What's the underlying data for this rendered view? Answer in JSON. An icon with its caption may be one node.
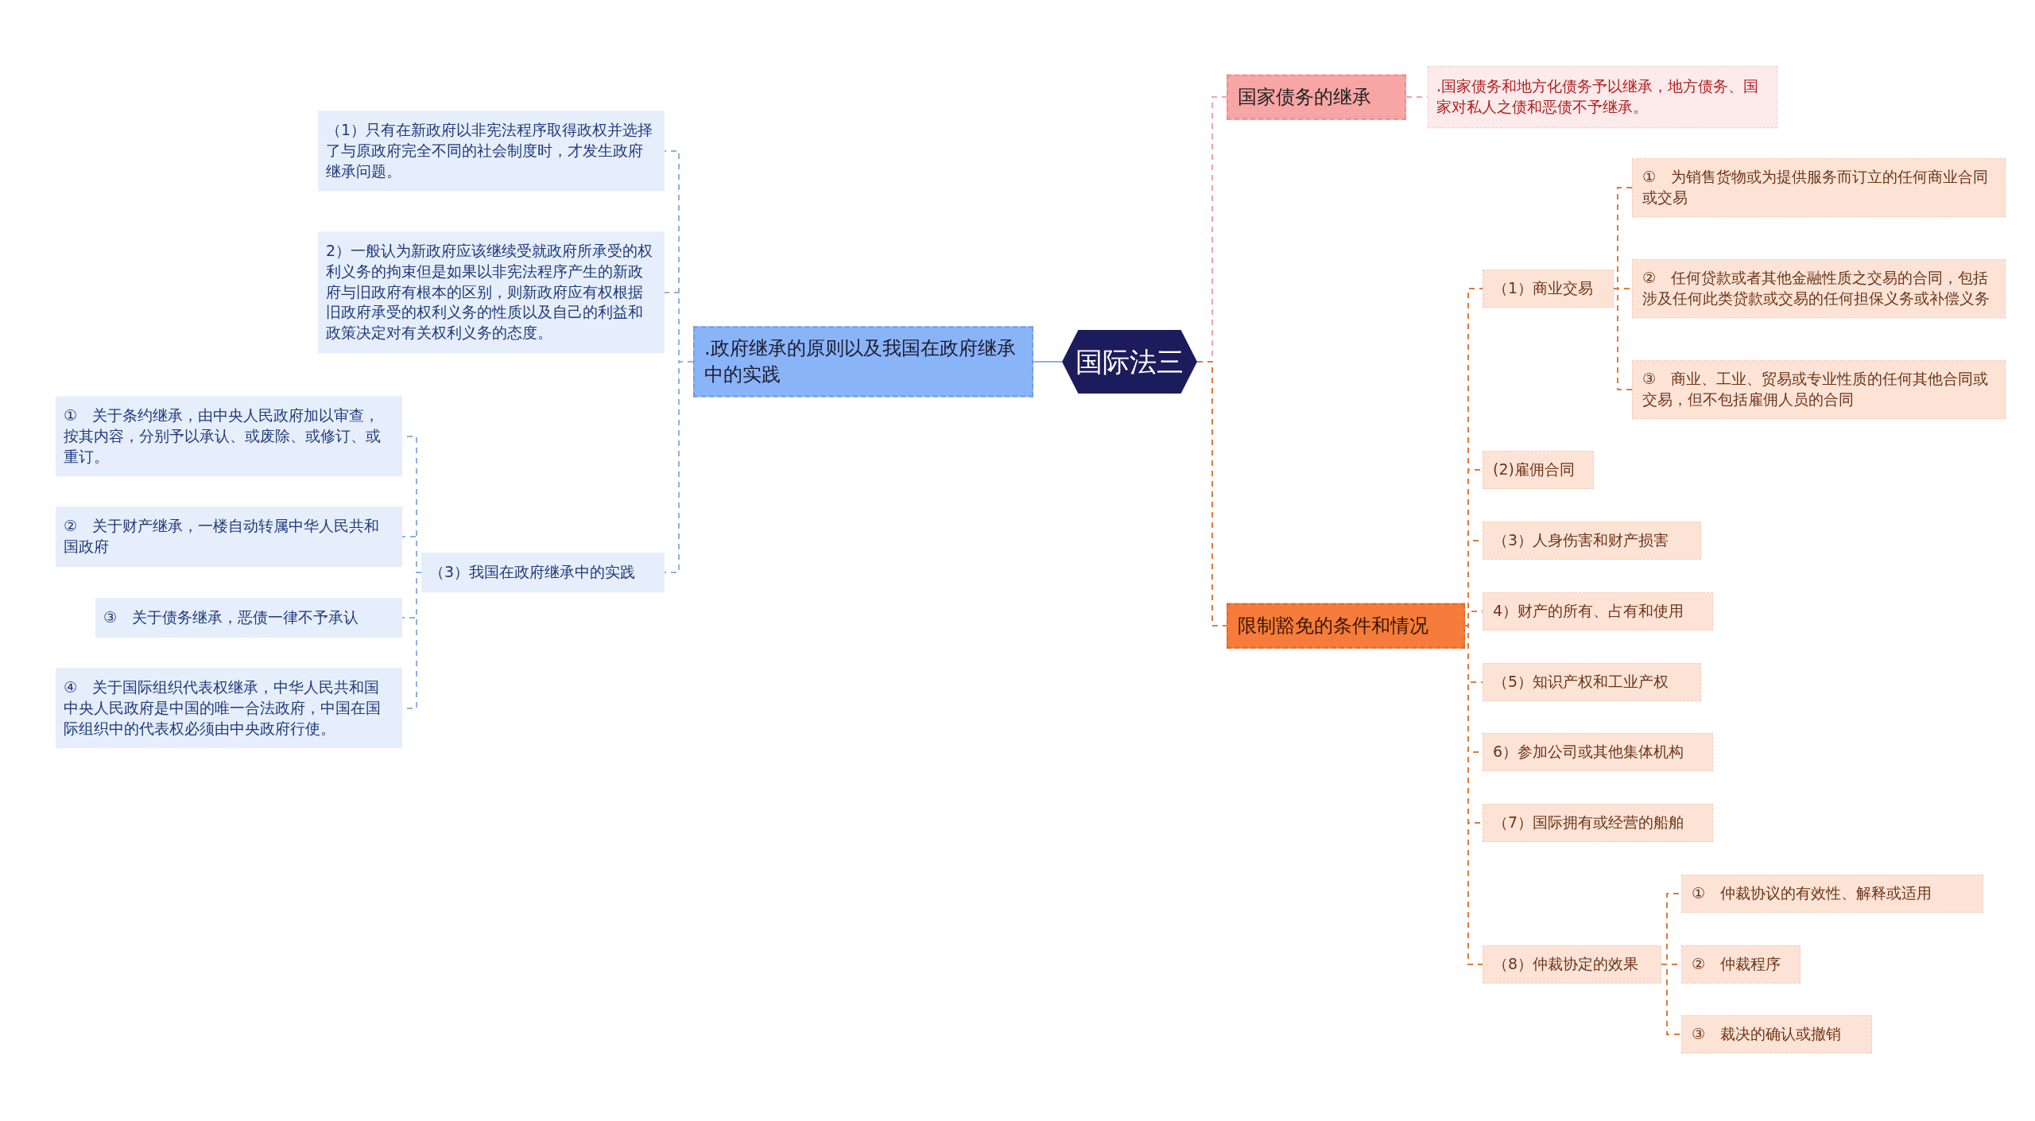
{
  "diagram": {
    "nodes": [
      {
        "text": [
          "国际法三"
        ]
      },
      {
        "text": [
          ".政府继承的原则以及我国在政府继承中的实践"
        ]
      },
      {
        "text": [
          "（1）只有在新政府以非宪法程序取得政权并选择了与原政府完全不同的社会制度时，才发生政府继承问题。"
        ]
      },
      {
        "text": [
          "2）一般认为新政府应该继续受就政府所承受的权利义务的拘束但是如果以非宪法程序产生的新政府与旧政府有根本的区别，则新政府应有权根据旧政府承受的权利义务的性质以及自己的利益和政策决定对有关权利义务的态度。"
        ]
      },
      {
        "text": [
          "（3）我国在政府继承中的实践"
        ]
      },
      {
        "text": [
          "①　关于条约继承，由中央人民政府加以审查，按其内容，分别予以承认、或废除、或修订、或重订。"
        ]
      },
      {
        "text": [
          "②　关于财产继承，一楼自动转属中华人民共和国政府"
        ]
      },
      {
        "text": [
          "③　关于债务继承，恶债一律不予承认"
        ]
      },
      {
        "text": [
          "④　关于国际组织代表权继承，中华人民共和国中央人民政府是中国的唯一合法政府，中国在国际组织中的代表权必须由中央政府行使。"
        ]
      },
      {
        "text": [
          "国家债务的继承"
        ]
      },
      {
        "text": [
          ".国家债务和地方化债务予以继承，地方债务、国家对私人之债和恶债不予继承。"
        ]
      },
      {
        "text": [
          "限制豁免的条件和情况"
        ]
      },
      {
        "text": [
          "（1）商业交易"
        ]
      },
      {
        "text": [
          "①　为销售货物或为提供服务而订立的任何商业合同或交易"
        ]
      },
      {
        "text": [
          "②　任何贷款或者其他金融性质之交易的合同，包括涉及任何此类贷款或交易的任何担保义务或补偿义务"
        ]
      },
      {
        "text": [
          "③　商业、工业、贸易或专业性质的任何其他合同或交易，但不包括雇佣人员的合同"
        ]
      },
      {
        "text": [
          "(2)雇佣合同"
        ]
      },
      {
        "text": [
          "（3）人身伤害和财产损害"
        ]
      },
      {
        "text": [
          "4）财产的所有、占有和使用"
        ]
      },
      {
        "text": [
          "（5）知识产权和工业产权"
        ]
      },
      {
        "text": [
          "6）参加公司或其他集体机构"
        ]
      },
      {
        "text": [
          "（7）国际拥有或经营的船舶"
        ]
      },
      {
        "text": [
          "（8）仲裁协定的效果"
        ]
      },
      {
        "text": [
          "①　仲裁协议的有效性、解释或适用"
        ]
      },
      {
        "text": [
          "②　仲裁程序"
        ]
      },
      {
        "text": [
          "③　裁决的确认或撤销"
        ]
      }
    ],
    "edges": [
      {
        "from": 0,
        "to": 1,
        "arrow": "none",
        "color": "#8fb0e6"
      },
      {
        "from": 1,
        "to": 2,
        "arrow": "none",
        "style": "dashed",
        "color": "#8fb0e6"
      },
      {
        "from": 1,
        "to": 3,
        "arrow": "none",
        "style": "dashed",
        "color": "#8fb0e6"
      },
      {
        "from": 1,
        "to": 4,
        "arrow": "none",
        "style": "dashed",
        "color": "#8fb0e6"
      },
      {
        "from": 4,
        "to": 5,
        "arrow": "none",
        "style": "dashed",
        "color": "#8fb0e6"
      },
      {
        "from": 4,
        "to": 6,
        "arrow": "none",
        "style": "dashed",
        "color": "#8fb0e6"
      },
      {
        "from": 4,
        "to": 7,
        "arrow": "none",
        "style": "dashed",
        "color": "#8fb0e6"
      },
      {
        "from": 4,
        "to": 8,
        "arrow": "none",
        "style": "dashed",
        "color": "#8fb0e6"
      },
      {
        "from": 0,
        "to": 9,
        "arrow": "none",
        "style": "dashed",
        "color": "#f2a5a5"
      },
      {
        "from": 9,
        "to": 10,
        "arrow": "none",
        "style": "dashed",
        "color": "#f2a5a5"
      },
      {
        "from": 0,
        "to": 11,
        "arrow": "none",
        "style": "dashed"
      },
      {
        "from": 11,
        "to": 12,
        "arrow": "none",
        "style": "dashed"
      },
      {
        "from": 12,
        "to": 13,
        "arrow": "none",
        "style": "dashed"
      },
      {
        "from": 12,
        "to": 14,
        "arrow": "none",
        "style": "dashed"
      },
      {
        "from": 12,
        "to": 15,
        "arrow": "none",
        "style": "dashed"
      },
      {
        "from": 11,
        "to": 16,
        "arrow": "none",
        "style": "dashed"
      },
      {
        "from": 11,
        "to": 17,
        "arrow": "none",
        "style": "dashed"
      },
      {
        "from": 11,
        "to": 18,
        "arrow": "none",
        "style": "dashed"
      },
      {
        "from": 11,
        "to": 19,
        "arrow": "none",
        "style": "dashed"
      },
      {
        "from": 11,
        "to": 20,
        "arrow": "none",
        "style": "dashed"
      },
      {
        "from": 11,
        "to": 21,
        "arrow": "none",
        "style": "dashed"
      },
      {
        "from": 11,
        "to": 22,
        "arrow": "none",
        "style": "dashed"
      },
      {
        "from": 22,
        "to": 23,
        "arrow": "none",
        "style": "dashed"
      },
      {
        "from": 22,
        "to": 24,
        "arrow": "none",
        "style": "dashed"
      },
      {
        "from": 22,
        "to": 25,
        "arrow": "none",
        "style": "dashed"
      }
    ]
  }
}
